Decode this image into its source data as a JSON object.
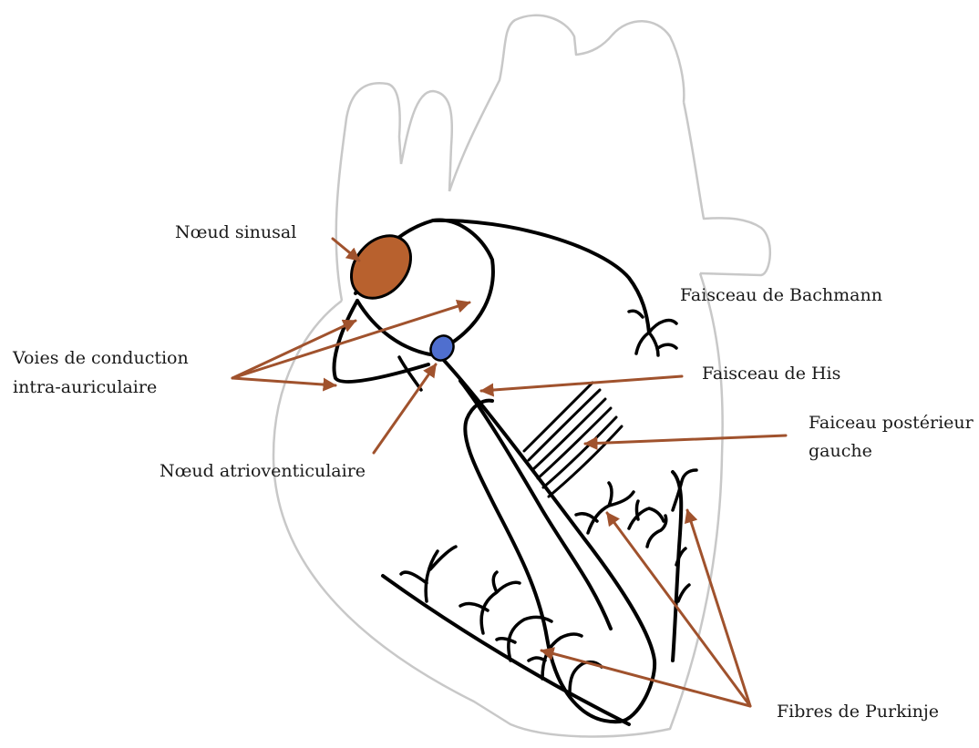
{
  "labels": {
    "sinus_node": "Nœud sinusal",
    "conduction_pathways_line1": "Voies de conduction",
    "conduction_pathways_line2": "intra-auriculaire",
    "av_node": "Nœud atrioventiculaire",
    "bachmann": "Faisceau de Bachmann",
    "his": "Faisceau de His",
    "posterior_line1": "Faiceau postérieur",
    "posterior_line2": "gauche",
    "purkinje": "Fibres de Purkinje"
  },
  "colors": {
    "arrow": "#a0522d",
    "sinus_node_fill": "#b8612e",
    "av_node_fill": "#4f6fcf",
    "heart_outline": "#c8c8c8",
    "conduction_line": "#000000"
  }
}
